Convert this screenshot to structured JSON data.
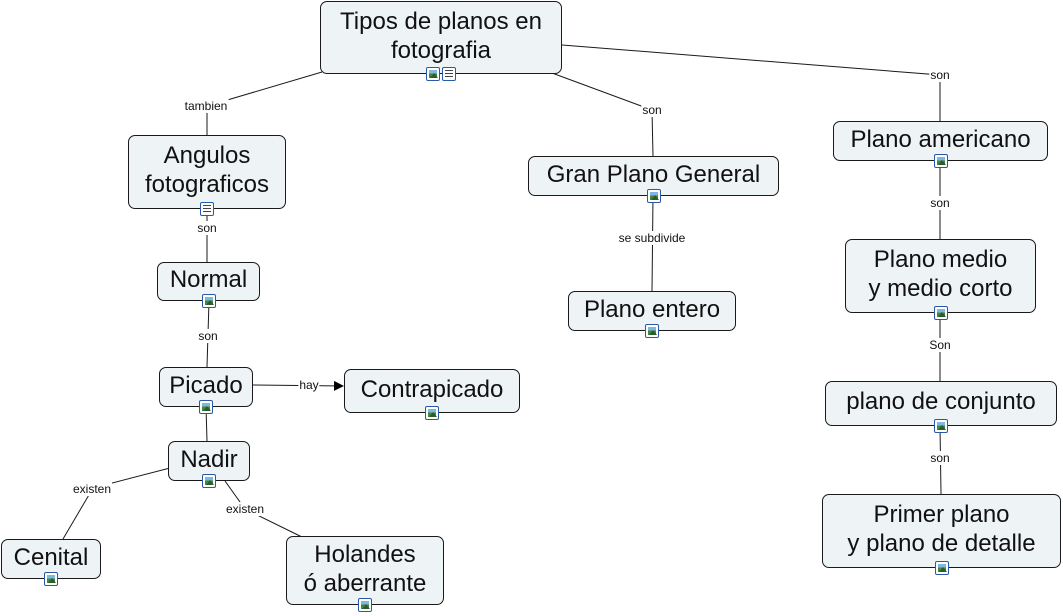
{
  "nodes": {
    "root": {
      "label": "Tipos de planos en\nfotografia",
      "icons": [
        "image-icon",
        "document-icon"
      ]
    },
    "angulos": {
      "label": "Angulos\nfotograficos",
      "icons": [
        "document-icon"
      ]
    },
    "normal": {
      "label": "Normal",
      "icons": [
        "image-icon"
      ]
    },
    "picado": {
      "label": "Picado",
      "icons": [
        "image-icon"
      ]
    },
    "contrapicado": {
      "label": "Contrapicado",
      "icons": [
        "image-icon"
      ]
    },
    "nadir": {
      "label": "Nadir",
      "icons": [
        "image-icon"
      ]
    },
    "cenital": {
      "label": "Cenital",
      "icons": [
        "image-icon"
      ]
    },
    "holandes": {
      "label": "Holandes\nó aberrante",
      "icons": [
        "image-icon"
      ]
    },
    "gpg": {
      "label": "Gran Plano General",
      "icons": [
        "image-icon"
      ]
    },
    "entero": {
      "label": "Plano entero",
      "icons": [
        "image-icon"
      ]
    },
    "americano": {
      "label": "Plano americano",
      "icons": [
        "image-icon"
      ]
    },
    "medio": {
      "label": "Plano medio\ny medio corto",
      "icons": [
        "image-icon"
      ]
    },
    "conjunto": {
      "label": "plano de conjunto",
      "icons": [
        "image-icon"
      ]
    },
    "primer": {
      "label": "Primer plano\ny plano de detalle",
      "icons": [
        "image-icon"
      ]
    }
  },
  "links": [
    {
      "from": "root",
      "to": "angulos",
      "label": "tambien"
    },
    {
      "from": "root",
      "to": "gpg",
      "label": "son"
    },
    {
      "from": "root",
      "to": "americano",
      "label": "son"
    },
    {
      "from": "angulos",
      "to": "normal",
      "label": "son"
    },
    {
      "from": "normal",
      "to": "picado",
      "label": "son"
    },
    {
      "from": "picado",
      "to": "contrapicado",
      "label": "hay",
      "arrow": true
    },
    {
      "from": "picado",
      "to": "nadir",
      "label": ""
    },
    {
      "from": "nadir",
      "to": "cenital",
      "label": "existen"
    },
    {
      "from": "nadir",
      "to": "holandes",
      "label": "existen"
    },
    {
      "from": "gpg",
      "to": "entero",
      "label": "se subdivide"
    },
    {
      "from": "americano",
      "to": "medio",
      "label": "son"
    },
    {
      "from": "medio",
      "to": "conjunto",
      "label": "Son"
    },
    {
      "from": "conjunto",
      "to": "primer",
      "label": "son"
    }
  ],
  "colors": {
    "node_fill": "#eef3f6",
    "node_border": "#1a1a1a",
    "line": "#1a1a1a",
    "icon_border": "#2a58a8"
  }
}
